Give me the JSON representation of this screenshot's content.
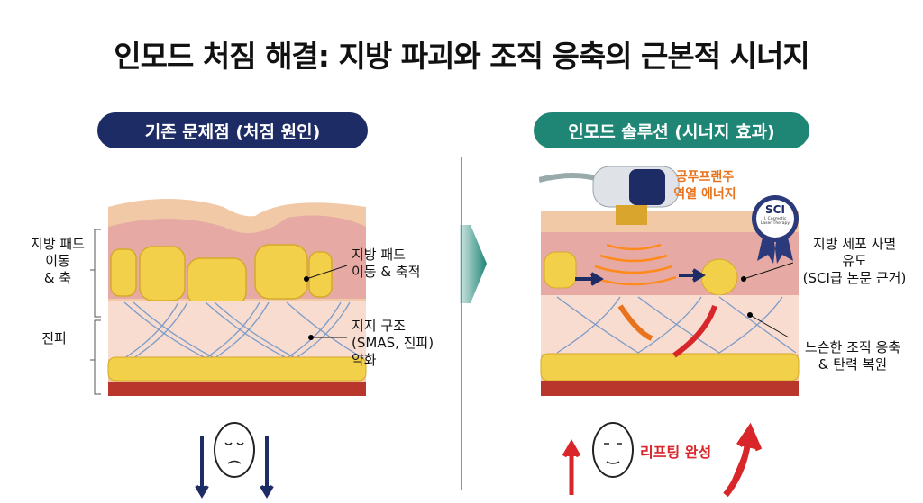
{
  "title": "인모드 처짐 해결: 지방 파괴와 조직 응축의 근본적 시너지",
  "left_panel": {
    "header": "기존 문제점 (처짐 원인)",
    "bracket_labels": [
      "지방 패드\n이동\n& 축",
      "진피"
    ],
    "callouts": [
      "지방 패드\n이동 & 축적",
      "지지 구조\n(SMAS, 진피)\n약화"
    ]
  },
  "right_panel": {
    "header": "인모드 솔루션 (시너지 효과)",
    "energy_label": "공푸프랜주\n역열 에너지",
    "badge": {
      "title": "SCI",
      "subtitle": "J. Cosmetic Laser Therapy"
    },
    "callouts": [
      "지방 세포 사멸\n유도\n(SCI급 논문 근거)",
      "느슨한 조직 응축\n& 탄력 복원"
    ],
    "result_label": "리프팅 완성"
  },
  "colors": {
    "navy": "#1e2c66",
    "teal": "#1f8676",
    "orange": "#e8731c",
    "red": "#d8262a",
    "fat": "#f3d04a",
    "fiber": "#7d9cc8"
  }
}
